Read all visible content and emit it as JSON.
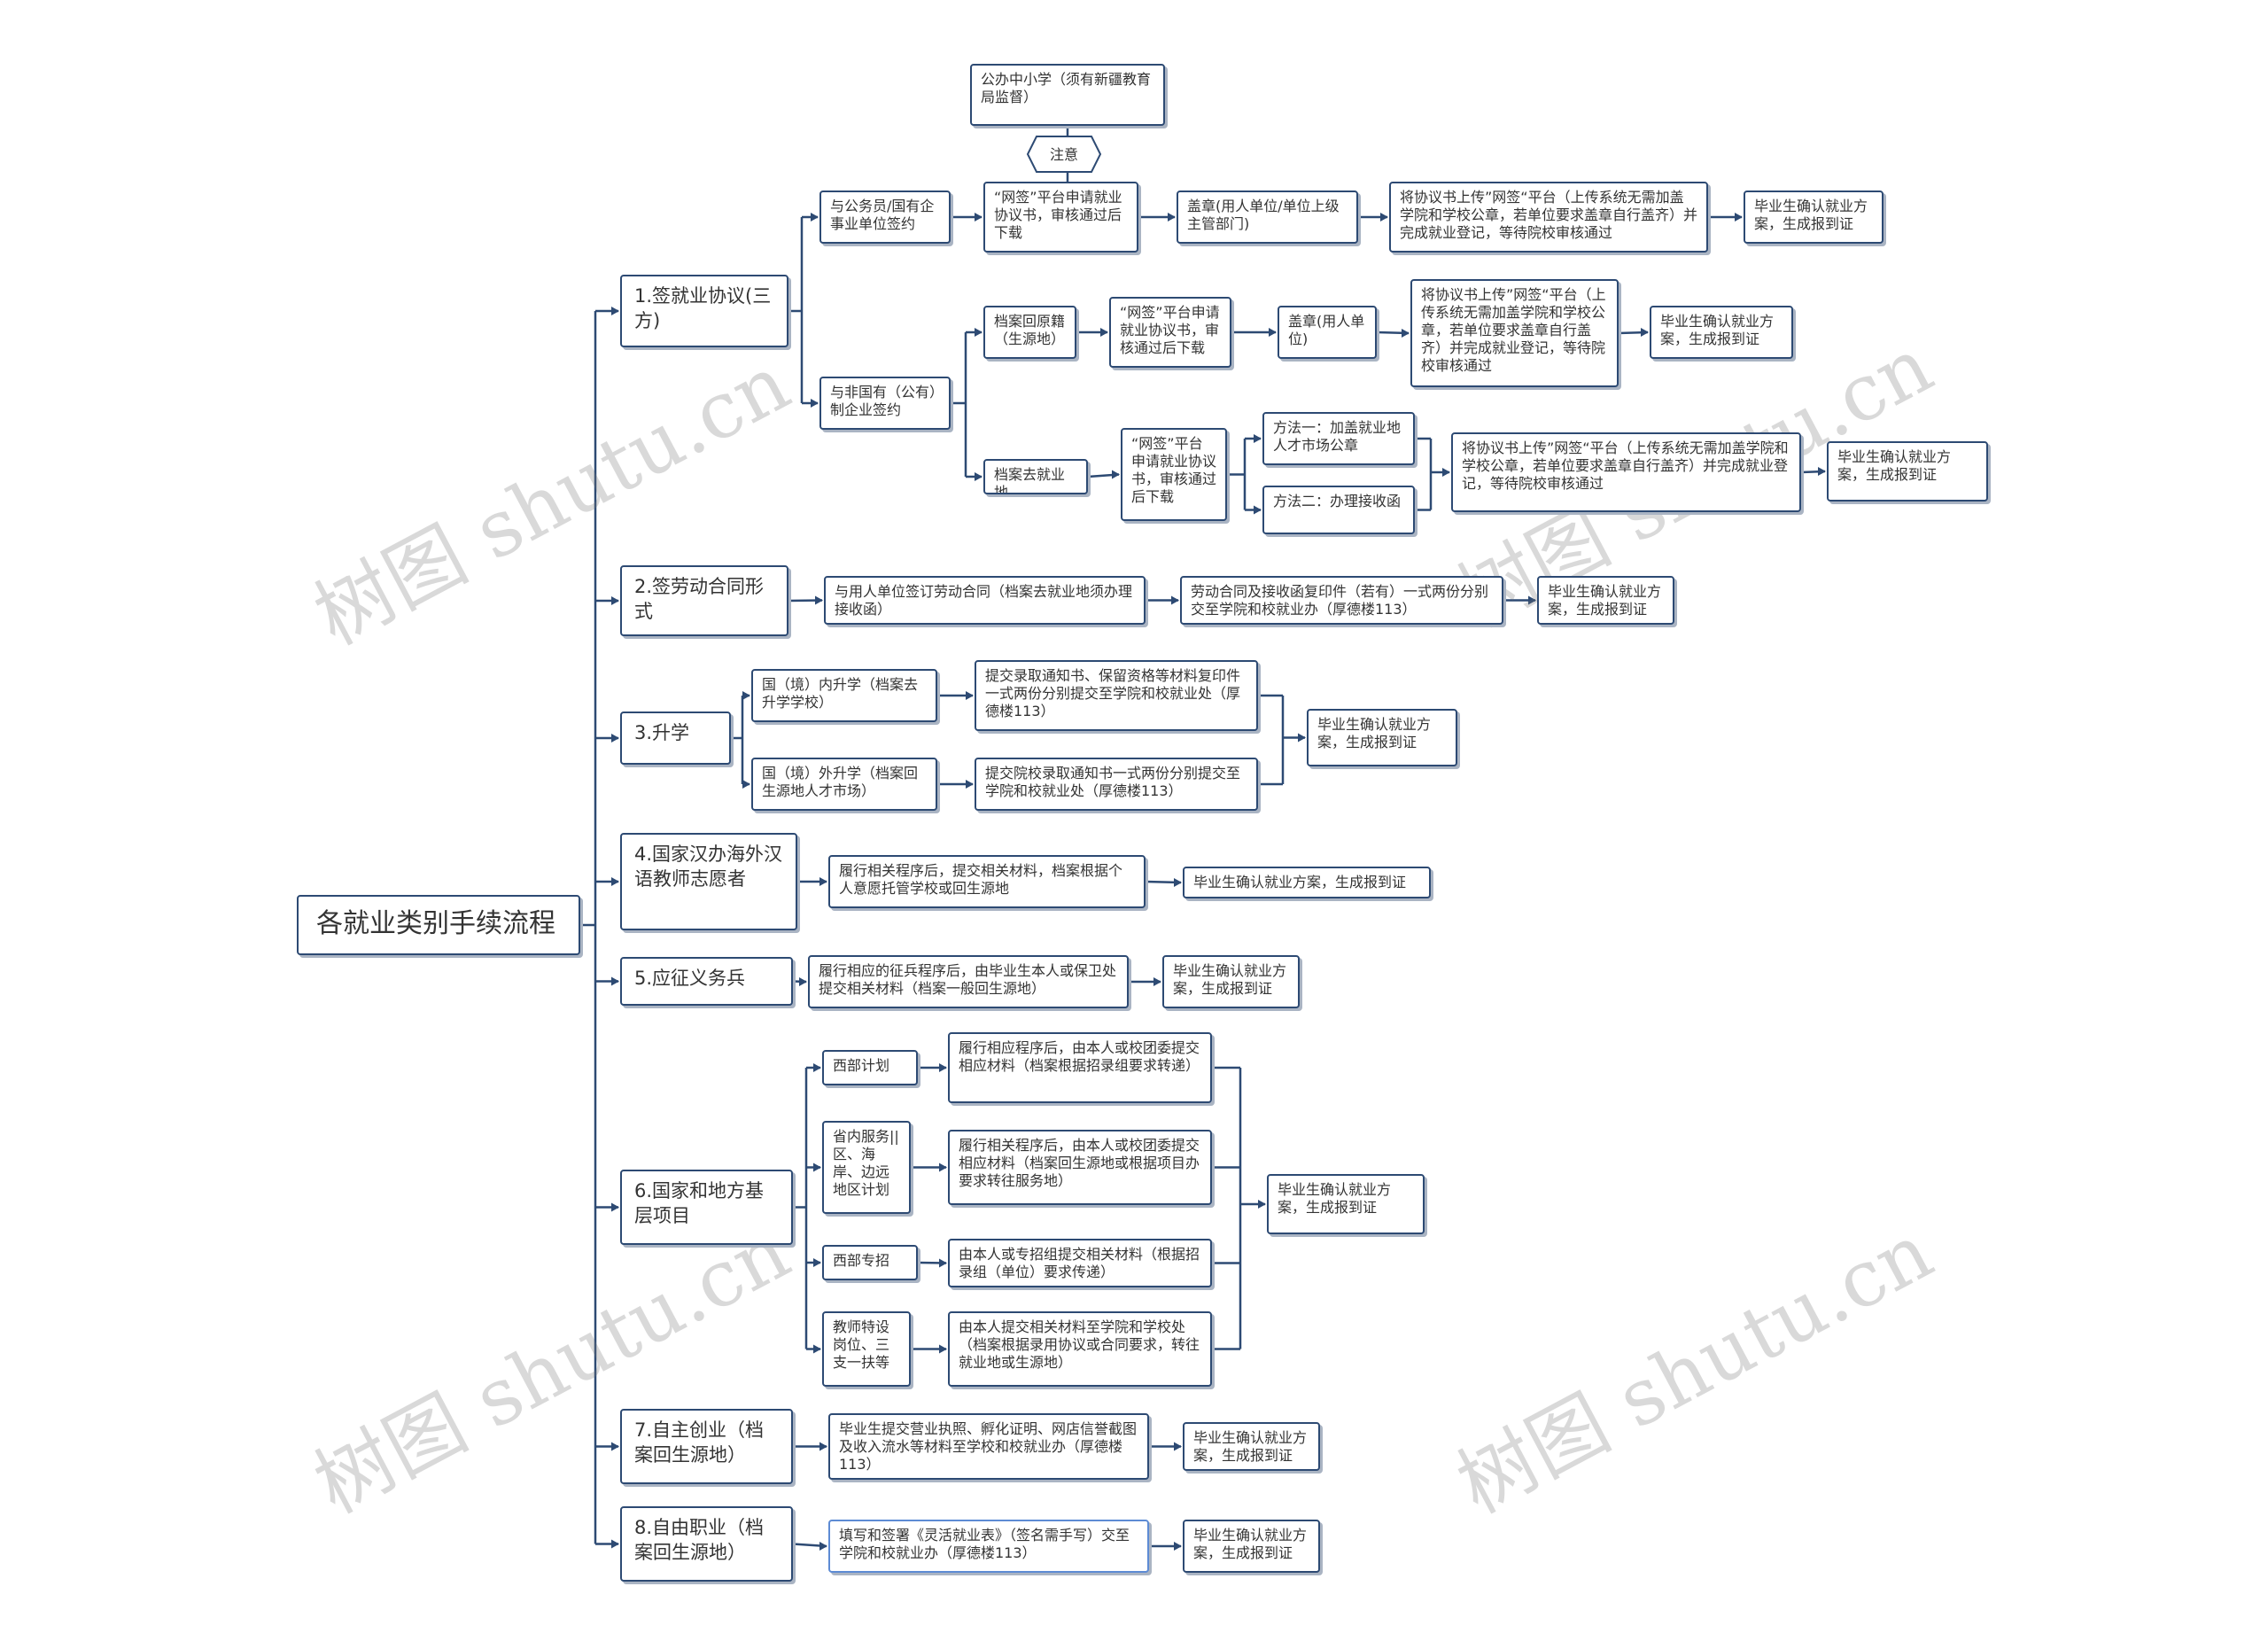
{
  "root": "各就业类别手续流程",
  "watermark": "树图 shutu.cn",
  "colors": {
    "border": "#2d4a73",
    "line": "#2d4a73",
    "text": "#333333"
  },
  "nodes": {
    "c1": "1.签就业协议(三方)",
    "c1a": "与公务员/国有企事业单位签约",
    "note_top": "公办中小学（须有新疆教育局监督）",
    "note_tag": "注意",
    "c1a1": "“网签”平台申请就业协议书，审核通过后下载",
    "c1a2": "盖章(用人单位/单位上级主管部门)",
    "c1a3": "将协议书上传”网签“平台（上传系统无需加盖学院和学校公章，若单位要求盖章自行盖齐）并完成就业登记，等待院校审核通过",
    "c1a4": "毕业生确认就业方案，生成报到证",
    "c1b": "与非国有（公有）制企业签约",
    "c1b1": "档案回原籍（生源地）",
    "c1b1a": "“网签”平台申请就业协议书，审核通过后下载",
    "c1b1b": "盖章(用人单位)",
    "c1b1c": "将协议书上传”网签“平台（上传系统无需加盖学院和学校公章，若单位要求盖章自行盖齐）并完成就业登记，等待院校审核通过",
    "c1b1d": "毕业生确认就业方案，生成报到证",
    "c1b2": "档案去就业地",
    "c1b2a": "“网签”平台申请就业协议书，审核通过后下载",
    "c1b2m1": "方法一：加盖就业地人才市场公章",
    "c1b2m2": "方法二：办理接收函",
    "c1b2b": "将协议书上传”网签“平台（上传系统无需加盖学院和学校公章，若单位要求盖章自行盖齐）并完成就业登记，等待院校审核通过",
    "c1b2c": "毕业生确认就业方案，生成报到证",
    "c2": "2.签劳动合同形式",
    "c2a": "与用人单位签订劳动合同（档案去就业地须办理接收函）",
    "c2b": "劳动合同及接收函复印件（若有）一式两份分别交至学院和校就业办（厚德楼113）",
    "c2c": "毕业生确认就业方案，生成报到证",
    "c3": "3.升学",
    "c3a": "国（境）内升学（档案去升学学校）",
    "c3a1": "提交录取通知书、保留资格等材料复印件一式两份分别提交至学院和校就业处（厚德楼113）",
    "c3b": "国（境）外升学（档案回生源地人才市场）",
    "c3b1": "提交院校录取通知书一式两份分别提交至学院和校就业处（厚德楼113）",
    "c3c": "毕业生确认就业方案，生成报到证",
    "c4": "4.国家汉办海外汉语教师志愿者",
    "c4a": "履行相关程序后，提交相关材料，档案根据个人意愿托管学校或回生源地",
    "c4b": "毕业生确认就业方案，生成报到证",
    "c5": "5.应征义务兵",
    "c5a": "履行相应的征兵程序后，由毕业生本人或保卫处提交相关材料（档案一般回生源地）",
    "c5b": "毕业生确认就业方案，生成报到证",
    "c6": "6.国家和地方基层项目",
    "c6a": "西部计划",
    "c6a1": "履行相应程序后，由本人或校团委提交相应材料（档案根据招录组要求转递）",
    "c6b": "省内服务||区、海岸、边远地区计划",
    "c6b1": "履行相关程序后，由本人或校团委提交相应材料（档案回生源地或根据项目办要求转往服务地）",
    "c6c": "西部专招",
    "c6c1": "由本人或专招组提交相关材料（根据招录组（单位）要求传递）",
    "c6d": "教师特设岗位、三支一扶等",
    "c6d1": "由本人提交相关材料至学院和学校处（档案根据录用协议或合同要求，转往就业地或生源地）",
    "c6e": "毕业生确认就业方案，生成报到证",
    "c7": "7.自主创业（档案回生源地）",
    "c7a": "毕业生提交营业执照、孵化证明、网店信誉截图及收入流水等材料至学校和校就业办（厚德楼113）",
    "c7b": "毕业生确认就业方案，生成报到证",
    "c8": "8.自由职业（档案回生源地）",
    "c8a": "填写和签署《灵活就业表》（签名需手写）交至学院和校就业办（厚德楼113）",
    "c8b": "毕业生确认就业方案，生成报到证"
  }
}
